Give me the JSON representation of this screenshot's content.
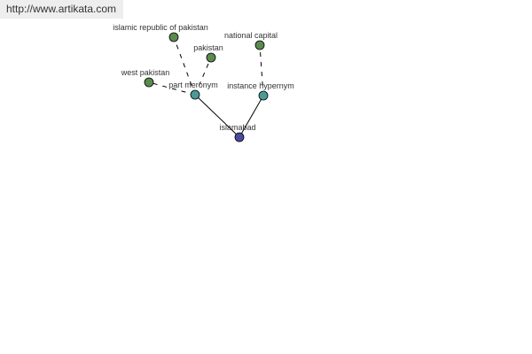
{
  "banner": {
    "url_text": "http://www.artikata.com"
  },
  "colors": {
    "leaf": "#5a8a50",
    "relation": "#4a9a98",
    "root": "#4a4aa0",
    "edge": "#000000"
  },
  "nodes": [
    {
      "id": "islamabad",
      "label": "islamabad",
      "kind": "root"
    },
    {
      "id": "part-meronym",
      "label": "part meronym",
      "kind": "relation"
    },
    {
      "id": "instance-hypernym",
      "label": "instance hypernym",
      "kind": "relation"
    },
    {
      "id": "islamic-republic-of-pakistan",
      "label": "islamic republic of pakistan",
      "kind": "leaf"
    },
    {
      "id": "pakistan",
      "label": "pakistan",
      "kind": "leaf"
    },
    {
      "id": "west-pakistan",
      "label": "west pakistan",
      "kind": "leaf"
    },
    {
      "id": "national-capital",
      "label": "national capital",
      "kind": "leaf"
    }
  ],
  "edges": [
    {
      "from": "islamabad",
      "to": "part-meronym",
      "style": "solid"
    },
    {
      "from": "islamabad",
      "to": "instance-hypernym",
      "style": "solid"
    },
    {
      "from": "part-meronym",
      "to": "islamic-republic-of-pakistan",
      "style": "dashed"
    },
    {
      "from": "part-meronym",
      "to": "pakistan",
      "style": "dashed"
    },
    {
      "from": "part-meronym",
      "to": "west-pakistan",
      "style": "dashed"
    },
    {
      "from": "instance-hypernym",
      "to": "national-capital",
      "style": "dashed"
    }
  ]
}
